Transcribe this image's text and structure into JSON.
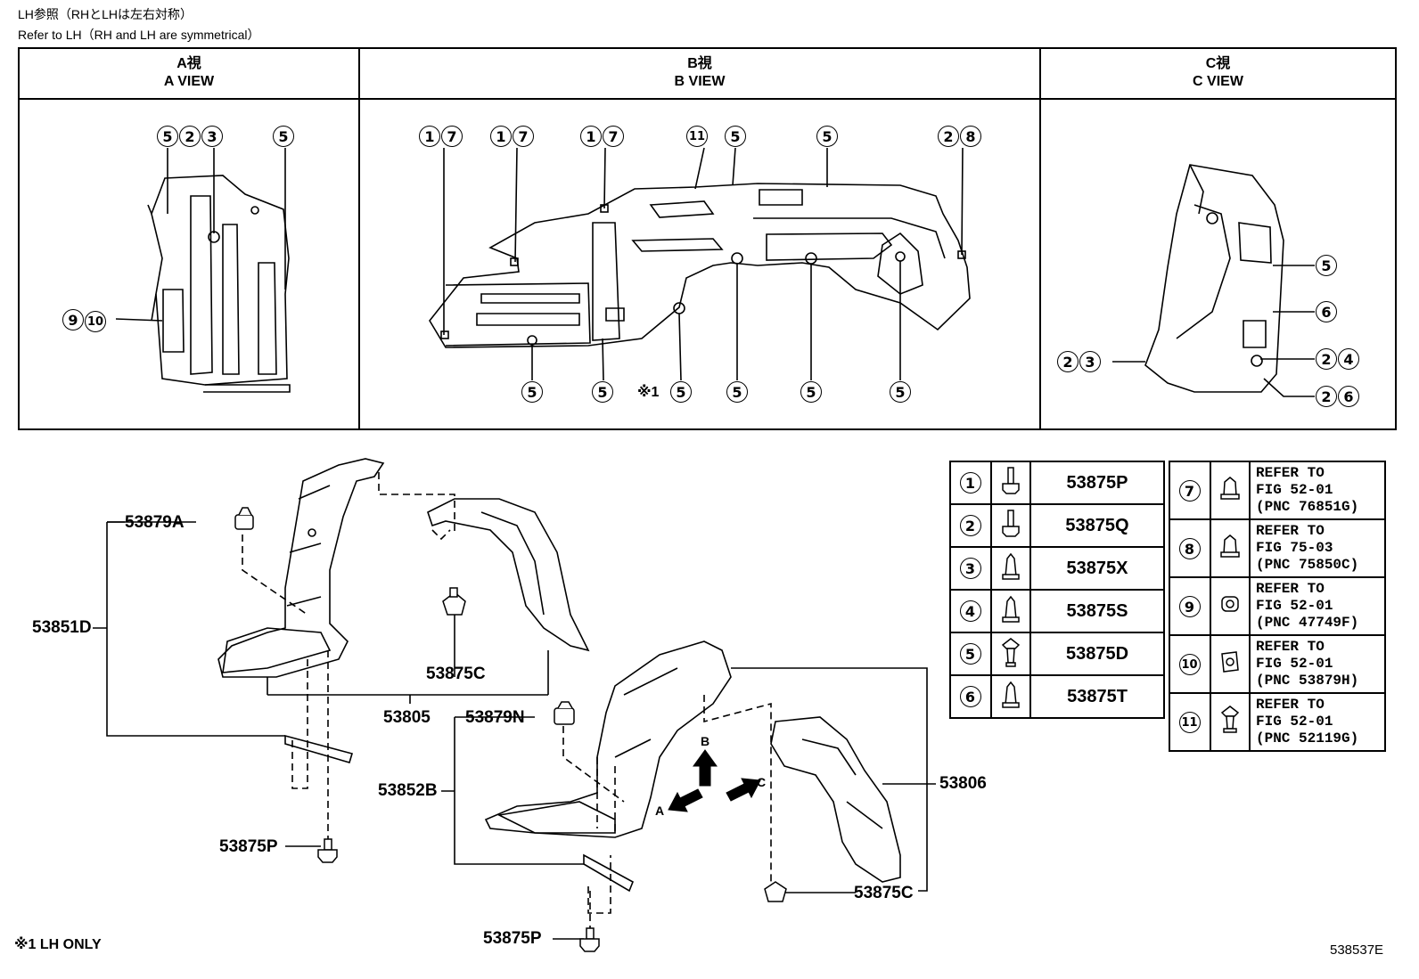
{
  "header": {
    "line1": "LH参照（RHとLHは左右対称）",
    "line2": "Refer to LH（RH and LH are symmetrical）"
  },
  "views": [
    {
      "title_jp": "A視",
      "title_en": "A VIEW"
    },
    {
      "title_jp": "B視",
      "title_en": "B VIEW"
    },
    {
      "title_jp": "C視",
      "title_en": "C VIEW"
    }
  ],
  "a_view": {
    "callout_top_left": [
      "5",
      "2",
      "3"
    ],
    "callout_top_right": [
      "5"
    ],
    "callout_left": [
      "9",
      "10"
    ]
  },
  "b_view": {
    "callouts_top": [
      [
        "1",
        "7"
      ],
      [
        "1",
        "7"
      ],
      [
        "1",
        "7"
      ],
      [
        "11"
      ],
      [
        "5"
      ],
      [
        "5"
      ],
      [
        "2",
        "8"
      ]
    ],
    "callouts_bottom": [
      [
        "5"
      ],
      [
        "5"
      ],
      [
        "5"
      ],
      [
        "5"
      ],
      [
        "5"
      ],
      [
        "5"
      ]
    ],
    "star_mark": "※1"
  },
  "c_view": {
    "callouts_right": [
      [
        "5"
      ],
      [
        "6"
      ],
      [
        "2",
        "4"
      ],
      [
        "2",
        "6"
      ]
    ],
    "callout_left": [
      "2",
      "3"
    ]
  },
  "parts": {
    "p53879A": "53879A",
    "p53851D": "53851D",
    "p53875C_1": "53875C",
    "p53805": "53805",
    "p53879N": "53879N",
    "p53852B": "53852B",
    "p53806": "53806",
    "p53875P_1": "53875P",
    "p53875P_2": "53875P",
    "p53875C_2": "53875C"
  },
  "arrows": {
    "a": "A",
    "b": "B",
    "c": "C"
  },
  "legend_left": [
    {
      "num": "1",
      "pn": "53875P",
      "icon": "bolt-icon"
    },
    {
      "num": "2",
      "pn": "53875Q",
      "icon": "bolt-icon"
    },
    {
      "num": "3",
      "pn": "53875X",
      "icon": "clip-icon"
    },
    {
      "num": "4",
      "pn": "53875S",
      "icon": "clip-icon"
    },
    {
      "num": "5",
      "pn": "53875D",
      "icon": "push-rivet-icon"
    },
    {
      "num": "6",
      "pn": "53875T",
      "icon": "clip-icon"
    }
  ],
  "legend_right": [
    {
      "num": "7",
      "l1": "REFER TO",
      "l2": "FIG 52-01",
      "l3": "(PNC 76851G)",
      "icon": "clip-icon"
    },
    {
      "num": "8",
      "l1": "REFER TO",
      "l2": "FIG 75-03",
      "l3": "(PNC 75850C)",
      "icon": "clip-icon"
    },
    {
      "num": "9",
      "l1": "REFER TO",
      "l2": "FIG 52-01",
      "l3": "(PNC 47749F)",
      "icon": "nut-icon"
    },
    {
      "num": "10",
      "l1": "REFER TO",
      "l2": "FIG 52-01",
      "l3": "(PNC 53879H)",
      "icon": "nut-icon"
    },
    {
      "num": "11",
      "l1": "REFER TO",
      "l2": "FIG 52-01",
      "l3": "(PNC 52119G)",
      "icon": "push-rivet-icon"
    }
  ],
  "footnote": "※1 LH ONLY",
  "figure_id": "538537E"
}
